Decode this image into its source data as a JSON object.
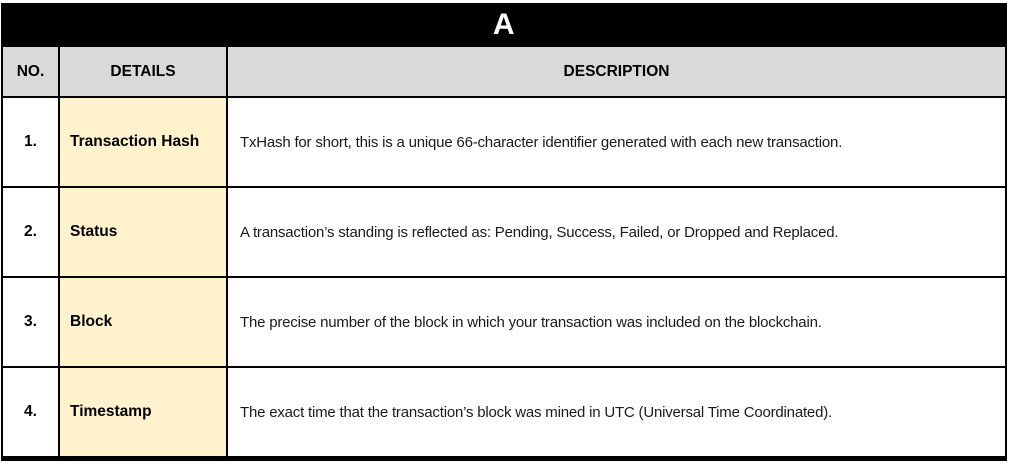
{
  "table": {
    "title": "A",
    "headers": [
      "NO.",
      "DETAILS",
      "DESCRIPTION"
    ],
    "rows": [
      {
        "no": "1.",
        "details": "Transaction Hash",
        "description": "TxHash for short, this is a unique 66-character identifier generated with each new transaction."
      },
      {
        "no": "2.",
        "details": "Status",
        "description": "A transaction’s standing is reflected as:  Pending, Success, Failed, or Dropped and Replaced."
      },
      {
        "no": "3.",
        "details": "Block",
        "description": "The precise number of the block in which your transaction was included on the blockchain."
      },
      {
        "no": "4.",
        "details": "Timestamp",
        "description": "The exact time that the transaction’s block was mined in UTC (Universal Time Coordinated)."
      }
    ],
    "colors": {
      "banner_bg": "#000000",
      "banner_text": "#ffffff",
      "header_bg": "#d9d9d9",
      "details_bg": "#fff2cc",
      "border": "#000000",
      "description_text": "#1a1a1a"
    }
  }
}
